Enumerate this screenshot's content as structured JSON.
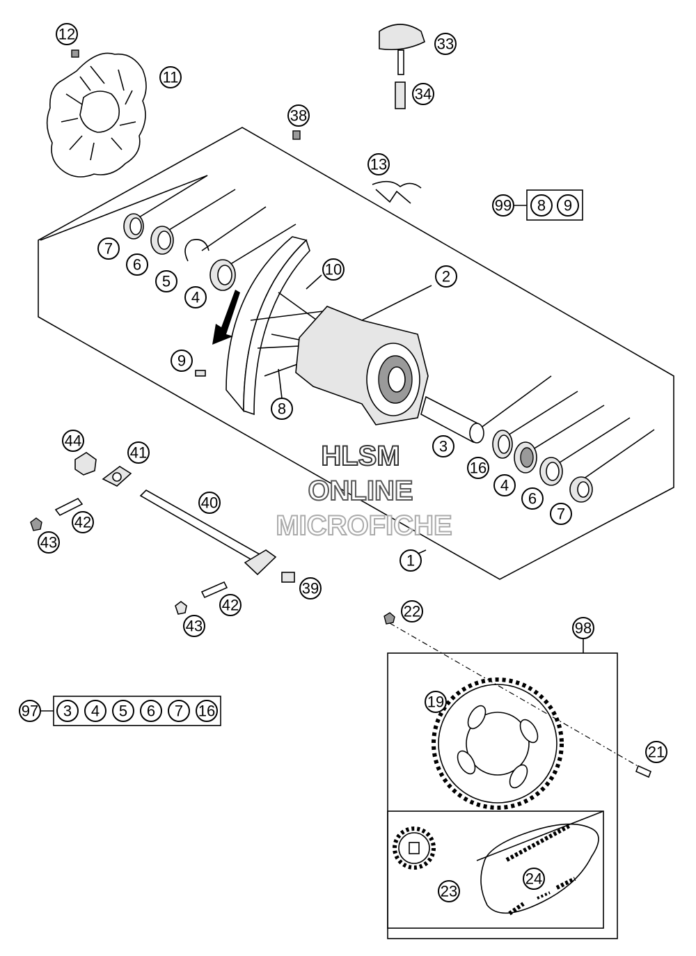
{
  "watermark": {
    "line1": "HLSM",
    "line2": "ONLINE",
    "line3": "MICROFICHE"
  },
  "callouts": {
    "c1": "1",
    "c2": "2",
    "c3": "3",
    "c4": "4",
    "c5": "5",
    "c6": "6",
    "c7": "7",
    "c8": "8",
    "c9": "9",
    "c10": "10",
    "c11": "11",
    "c12": "12",
    "c13": "13",
    "c16": "16",
    "c19": "19",
    "c21": "21",
    "c22": "22",
    "c23": "23",
    "c24": "24",
    "c33": "33",
    "c34": "34",
    "c38": "38",
    "c39": "39",
    "c40": "40",
    "c41": "41",
    "c42": "42",
    "c43": "43",
    "c44": "44",
    "c97": "97",
    "c98": "98",
    "c99": "99"
  },
  "kit99": [
    "8",
    "9"
  ],
  "kit97": [
    "3",
    "4",
    "5",
    "6",
    "7",
    "16"
  ]
}
